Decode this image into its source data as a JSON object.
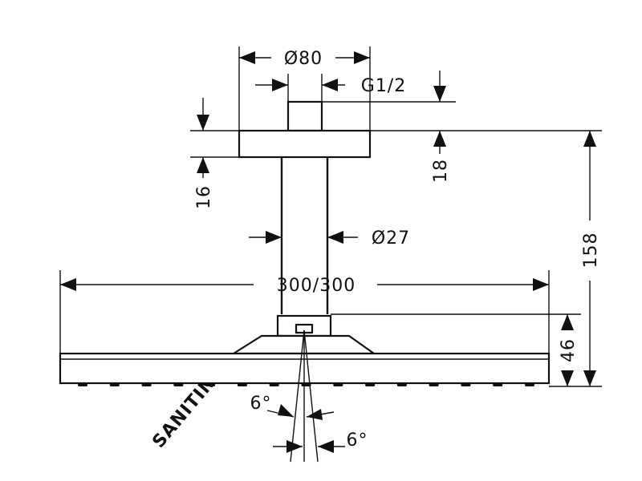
{
  "watermark": "SANITINO",
  "dimensions": {
    "top_diameter": "Ø80",
    "thread": "G1/2",
    "flange_height": "18",
    "flange_offset": "16",
    "pipe_diameter": "Ø27",
    "head_width": "300/300",
    "total_height": "158",
    "head_height": "46",
    "angle_left": "6°",
    "angle_right": "6°"
  },
  "colors": {
    "line": "#111111",
    "watermark": "#dfe6ea"
  }
}
